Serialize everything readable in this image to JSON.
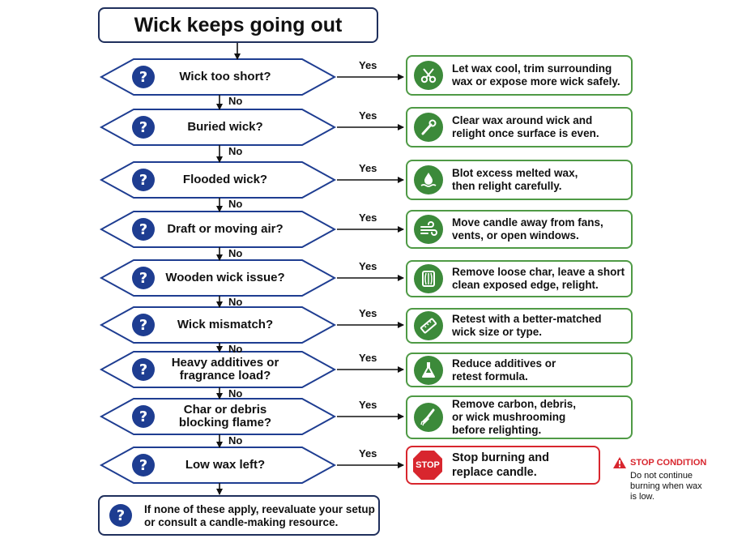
{
  "title": "Wick keeps going out",
  "yes_label": "Yes",
  "no_label": "No",
  "steps": [
    {
      "question": "Wick too short?",
      "answer": "Let wax cool, trim surrounding\nwax or expose more wick safely.",
      "icon": "scissors-icon"
    },
    {
      "question": "Buried wick?",
      "answer": "Clear wax around wick and\nrelight once surface is even.",
      "icon": "wick-tool-icon"
    },
    {
      "question": "Flooded wick?",
      "answer": "Blot excess melted wax,\nthen relight carefully.",
      "icon": "wax-drop-icon"
    },
    {
      "question": "Draft or moving air?",
      "answer": "Move candle away from fans,\nvents, or open windows.",
      "icon": "wind-icon"
    },
    {
      "question": "Wooden wick issue?",
      "answer": "Remove loose char, leave a short\nclean exposed edge, relight.",
      "icon": "wood-grain-icon"
    },
    {
      "question": "Wick mismatch?",
      "answer": "Retest with a better-matched\nwick size or type.",
      "icon": "ruler-icon"
    },
    {
      "question": "Heavy additives or\nfragrance load?",
      "answer": "Reduce additives or\nretest formula.",
      "icon": "flask-icon"
    },
    {
      "question": "Char or debris\nblocking flame?",
      "answer": "Remove carbon, debris,\nor wick mushrooming\nbefore relighting.",
      "icon": "brush-icon"
    },
    {
      "question": "Low wax left?",
      "answer": "Stop burning and\nreplace candle.",
      "icon": "stop-sign-icon"
    }
  ],
  "stop_badge": "STOP",
  "stop_condition": {
    "title": "STOP CONDITION",
    "text": "Do not continue\nburning when wax\nis low."
  },
  "final_text": "If none of these apply, reevaluate your setup\nor consult a candle-making resource.",
  "colors": {
    "navy": "#1e3d91",
    "border": "#1f2f5c",
    "green": "#4f9a45",
    "green_icon": "#3c8a3a",
    "red": "#d8262e"
  }
}
